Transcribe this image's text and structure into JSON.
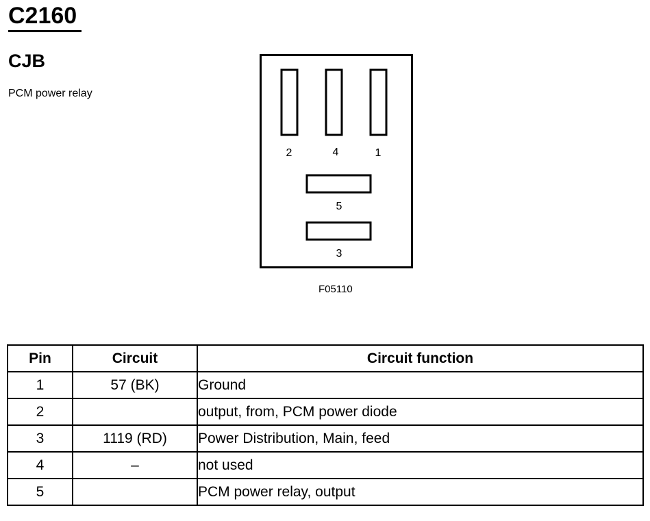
{
  "header": {
    "connector_id": "C2160",
    "location": "CJB",
    "description": "PCM power relay"
  },
  "diagram": {
    "pins": [
      {
        "label": "2",
        "orientation": "vertical"
      },
      {
        "label": "4",
        "orientation": "vertical"
      },
      {
        "label": "1",
        "orientation": "vertical"
      },
      {
        "label": "5",
        "orientation": "horizontal"
      },
      {
        "label": "3",
        "orientation": "horizontal"
      }
    ],
    "figure_code": "F05110"
  },
  "table": {
    "headers": {
      "pin": "Pin",
      "circuit": "Circuit",
      "function": "Circuit function"
    },
    "rows": [
      {
        "pin": "1",
        "circuit": "57 (BK)",
        "function": "Ground"
      },
      {
        "pin": "2",
        "circuit": "",
        "function": "output, from, PCM power diode"
      },
      {
        "pin": "3",
        "circuit": "1119 (RD)",
        "function": "Power Distribution, Main, feed"
      },
      {
        "pin": "4",
        "circuit": "–",
        "function": "not used"
      },
      {
        "pin": "5",
        "circuit": "",
        "function": "PCM power relay, output"
      }
    ]
  }
}
